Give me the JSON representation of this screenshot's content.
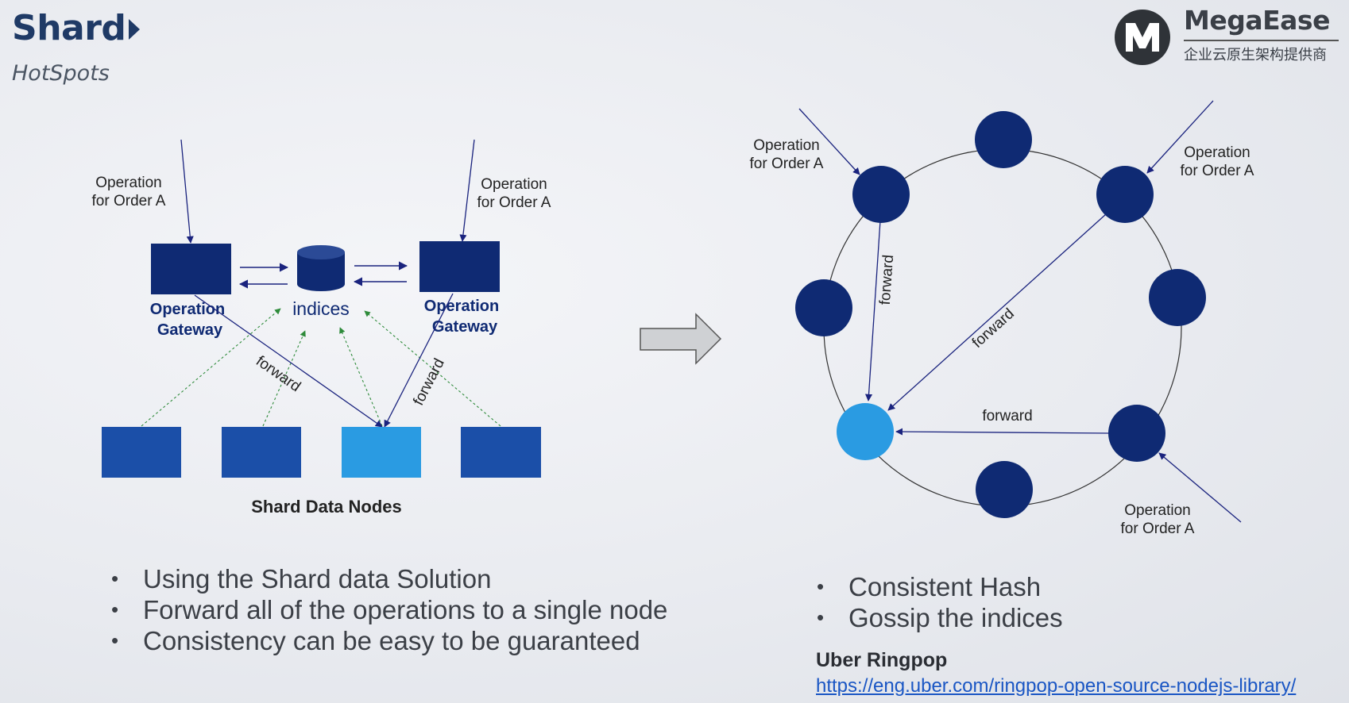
{
  "header": {
    "title": "Shard",
    "subtitle": "HotSpots"
  },
  "logo": {
    "name": "MegaEase",
    "tagline": "企业云原生架构提供商"
  },
  "left_diagram": {
    "op_label_line1": "Operation",
    "op_label_line2": "for Order A",
    "gateway_line1": "Operation",
    "gateway_line2": "Gateway",
    "indices_label": "indices",
    "forward_label": "forward",
    "data_nodes_label": "Shard Data Nodes"
  },
  "right_diagram": {
    "op_label_line1": "Operation",
    "op_label_line2": "for Order A",
    "forward_label": "forward"
  },
  "left_bullets": [
    "Using the Shard data Solution",
    "Forward all of the operations to a single node",
    "Consistency can be easy to be guaranteed"
  ],
  "right_bullets": [
    "Consistent Hash",
    "Gossip the indices"
  ],
  "reference": {
    "title": "Uber Ringpop",
    "url": "https://eng.uber.com/ringpop-open-source-nodejs-library/"
  },
  "colors": {
    "title": "#1f3a66",
    "gateway_dark": "#0f2a73",
    "data_node": "#1b4fa8",
    "highlight_node": "#2a9be2",
    "ring_node": "#0f2a73",
    "forward_arrow": "#1a237e",
    "index_arrow": "#2e8b3a",
    "link": "#1a56c4"
  }
}
